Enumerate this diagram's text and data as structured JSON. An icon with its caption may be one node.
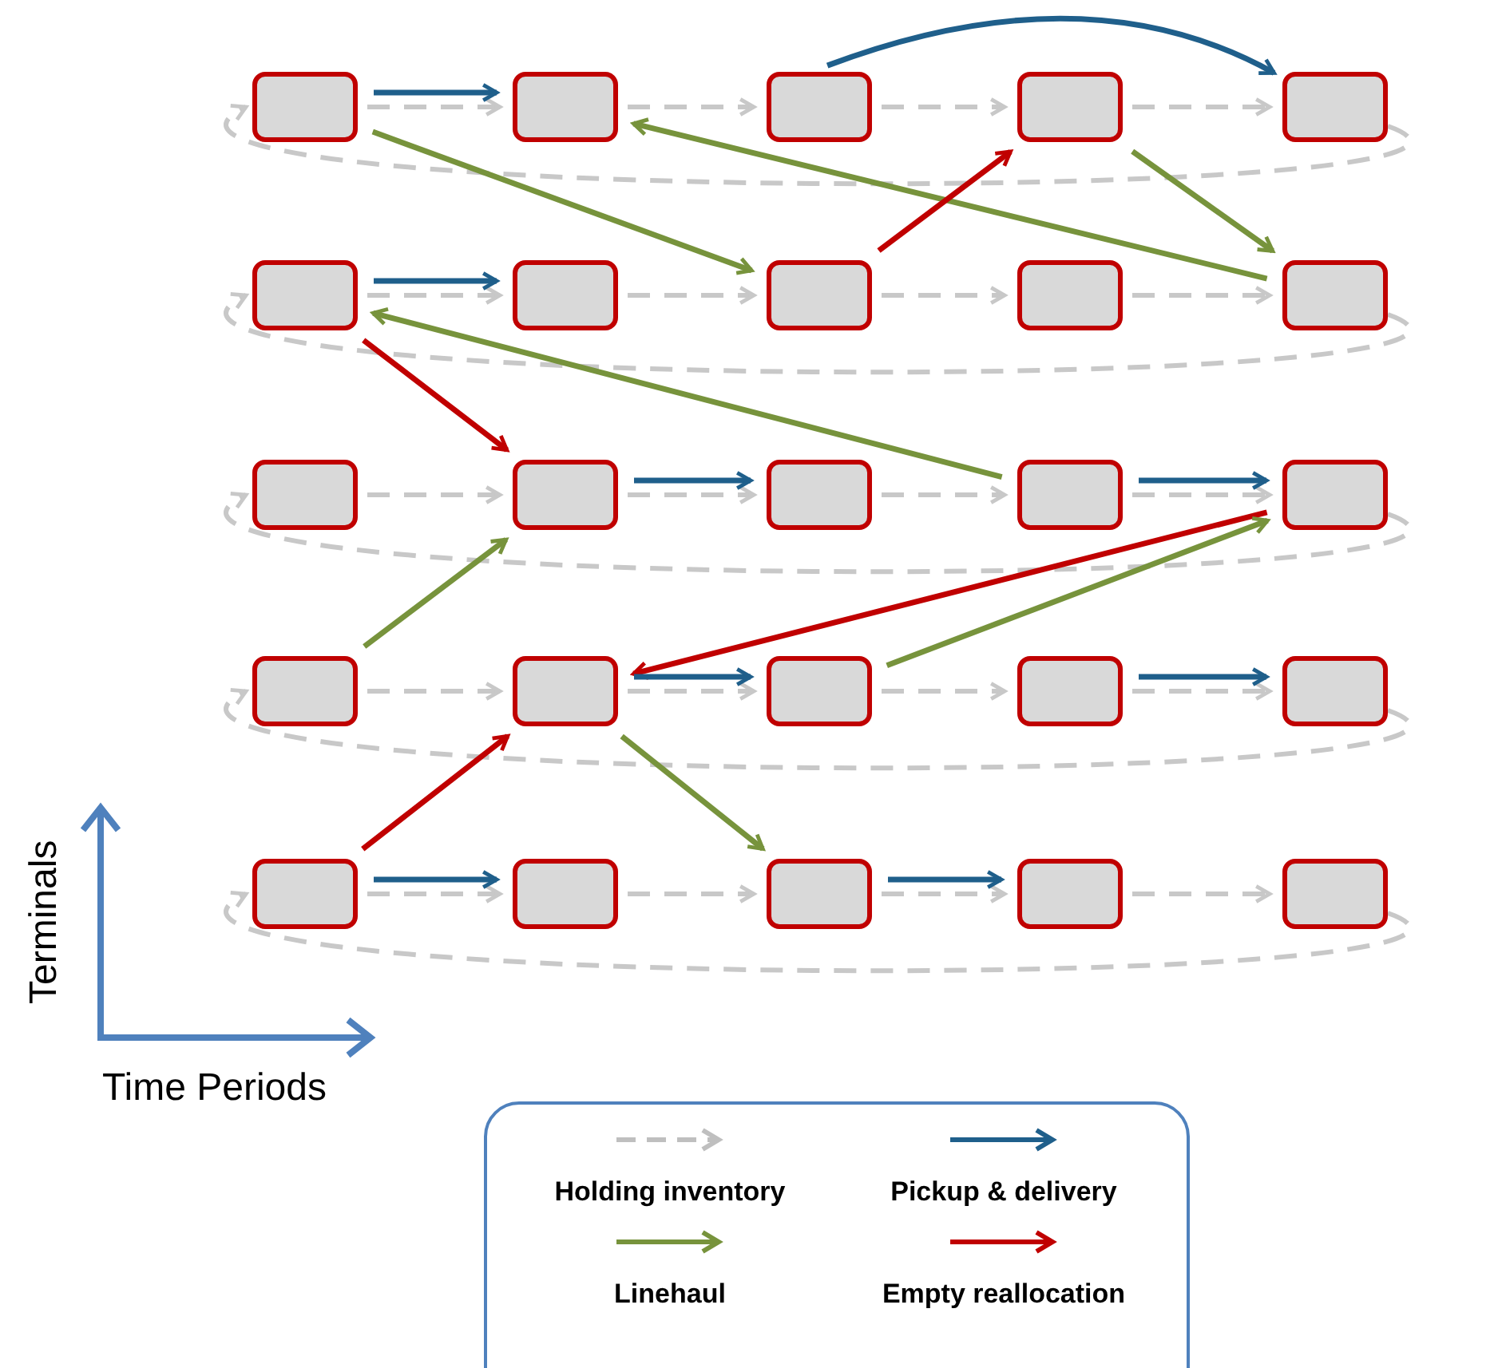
{
  "diagram": {
    "nodes": [
      {
        "text": [],
        "shape": "box"
      },
      {
        "text": [],
        "shape": "box"
      },
      {
        "text": [],
        "shape": "box"
      },
      {
        "text": [],
        "shape": "box"
      },
      {
        "text": [],
        "shape": "box"
      },
      {
        "text": [],
        "shape": "box"
      },
      {
        "text": [],
        "shape": "box"
      },
      {
        "text": [],
        "shape": "box"
      },
      {
        "text": [],
        "shape": "box"
      },
      {
        "text": [],
        "shape": "box"
      },
      {
        "text": [],
        "shape": "box"
      },
      {
        "text": [],
        "shape": "box"
      },
      {
        "text": [],
        "shape": "box"
      },
      {
        "text": [],
        "shape": "box"
      },
      {
        "text": [],
        "shape": "box"
      },
      {
        "text": [],
        "shape": "box"
      },
      {
        "text": [],
        "shape": "box"
      },
      {
        "text": [],
        "shape": "box"
      },
      {
        "text": [],
        "shape": "box"
      },
      {
        "text": [],
        "shape": "box"
      },
      {
        "text": [],
        "shape": "box"
      },
      {
        "text": [],
        "shape": "box"
      },
      {
        "text": [],
        "shape": "box"
      },
      {
        "text": [],
        "shape": "box"
      },
      {
        "text": [],
        "shape": "box"
      }
    ],
    "edges": [
      {
        "from": 0,
        "to": 1,
        "arrow": "to",
        "style": "dashed"
      },
      {
        "from": 1,
        "to": 2,
        "arrow": "to",
        "style": "dashed"
      },
      {
        "from": 2,
        "to": 3,
        "arrow": "to",
        "style": "dashed"
      },
      {
        "from": 3,
        "to": 4,
        "arrow": "to",
        "style": "dashed"
      },
      {
        "from": 4,
        "to": 0,
        "arrow": "to",
        "style": "dashed"
      },
      {
        "from": 5,
        "to": 6,
        "arrow": "to",
        "style": "dashed"
      },
      {
        "from": 6,
        "to": 7,
        "arrow": "to",
        "style": "dashed"
      },
      {
        "from": 7,
        "to": 8,
        "arrow": "to",
        "style": "dashed"
      },
      {
        "from": 8,
        "to": 9,
        "arrow": "to",
        "style": "dashed"
      },
      {
        "from": 9,
        "to": 5,
        "arrow": "to",
        "style": "dashed"
      },
      {
        "from": 10,
        "to": 11,
        "arrow": "to",
        "style": "dashed"
      },
      {
        "from": 11,
        "to": 12,
        "arrow": "to",
        "style": "dashed"
      },
      {
        "from": 12,
        "to": 13,
        "arrow": "to",
        "style": "dashed"
      },
      {
        "from": 13,
        "to": 14,
        "arrow": "to",
        "style": "dashed"
      },
      {
        "from": 14,
        "to": 10,
        "arrow": "to",
        "style": "dashed"
      },
      {
        "from": 15,
        "to": 16,
        "arrow": "to",
        "style": "dashed"
      },
      {
        "from": 16,
        "to": 17,
        "arrow": "to",
        "style": "dashed"
      },
      {
        "from": 17,
        "to": 18,
        "arrow": "to",
        "style": "dashed"
      },
      {
        "from": 18,
        "to": 19,
        "arrow": "to",
        "style": "dashed"
      },
      {
        "from": 19,
        "to": 15,
        "arrow": "to",
        "style": "dashed"
      },
      {
        "from": 20,
        "to": 21,
        "arrow": "to",
        "style": "dashed"
      },
      {
        "from": 21,
        "to": 22,
        "arrow": "to",
        "style": "dashed"
      },
      {
        "from": 22,
        "to": 23,
        "arrow": "to",
        "style": "dashed"
      },
      {
        "from": 23,
        "to": 24,
        "arrow": "to",
        "style": "dashed"
      },
      {
        "from": 24,
        "to": 20,
        "arrow": "to",
        "style": "dashed"
      },
      {
        "from": 0,
        "to": 1,
        "arrow": "to",
        "color": "#1f5f8b"
      },
      {
        "from": 2,
        "to": 4,
        "arrow": "to",
        "color": "#1f5f8b"
      },
      {
        "from": 0,
        "to": 7,
        "arrow": "to",
        "color": "#77933c"
      },
      {
        "from": 9,
        "to": 1,
        "arrow": "to",
        "color": "#77933c"
      },
      {
        "from": 7,
        "to": 3,
        "arrow": "to",
        "color": "#c00000"
      },
      {
        "from": 3,
        "to": 9,
        "arrow": "to",
        "color": "#77933c"
      },
      {
        "from": 5,
        "to": 6,
        "arrow": "to",
        "color": "#1f5f8b"
      },
      {
        "from": 13,
        "to": 5,
        "arrow": "to",
        "color": "#77933c"
      },
      {
        "from": 5,
        "to": 11,
        "arrow": "to",
        "color": "#c00000"
      },
      {
        "from": 11,
        "to": 12,
        "arrow": "to",
        "color": "#1f5f8b"
      },
      {
        "from": 13,
        "to": 14,
        "arrow": "to",
        "color": "#1f5f8b"
      },
      {
        "from": 15,
        "to": 11,
        "arrow": "to",
        "color": "#77933c"
      },
      {
        "from": 14,
        "to": 16,
        "arrow": "to",
        "color": "#c00000"
      },
      {
        "from": 17,
        "to": 14,
        "arrow": "to",
        "color": "#77933c"
      },
      {
        "from": 16,
        "to": 17,
        "arrow": "to",
        "color": "#1f5f8b"
      },
      {
        "from": 18,
        "to": 19,
        "arrow": "to",
        "color": "#1f5f8b"
      },
      {
        "from": 20,
        "to": 16,
        "arrow": "to",
        "color": "#c00000"
      },
      {
        "from": 16,
        "to": 22,
        "arrow": "to",
        "color": "#77933c"
      },
      {
        "from": 20,
        "to": 21,
        "arrow": "to",
        "color": "#1f5f8b"
      },
      {
        "from": 22,
        "to": 23,
        "arrow": "to",
        "color": "#1f5f8b"
      }
    ],
    "labels": [
      "Terminals",
      "Time Periods"
    ],
    "legend": [
      {
        "text": "Holding inventory"
      },
      {
        "text": "Pickup & delivery"
      },
      {
        "text": "Linehaul"
      },
      {
        "text": "Empty reallocation"
      }
    ]
  }
}
